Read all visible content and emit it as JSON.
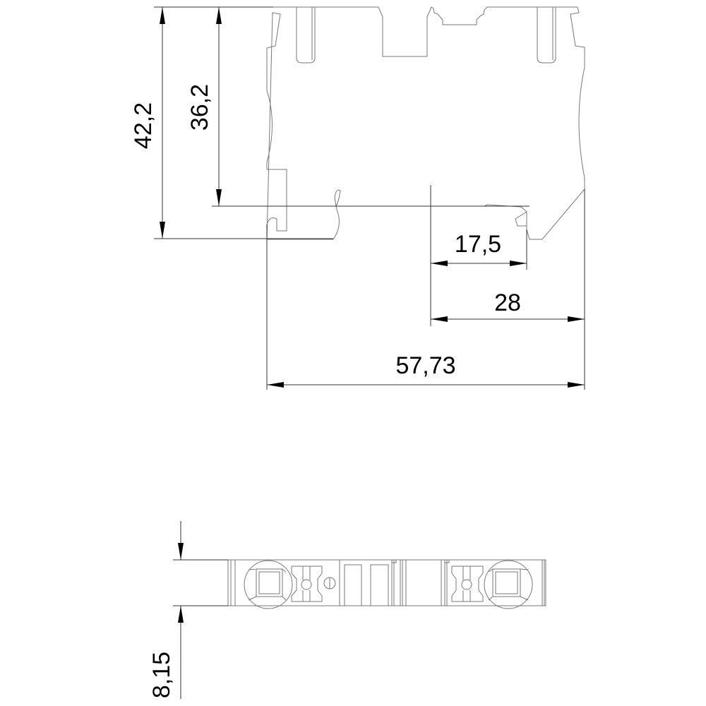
{
  "drawing": {
    "views": [
      "front-view",
      "bottom-view"
    ],
    "dimensions": {
      "overall_height": "42,2",
      "height_to_rail": "36,2",
      "rail_to_snap": "17,5",
      "rail_to_edge": "28",
      "overall_width": "57,73",
      "thickness": "8,15"
    }
  }
}
